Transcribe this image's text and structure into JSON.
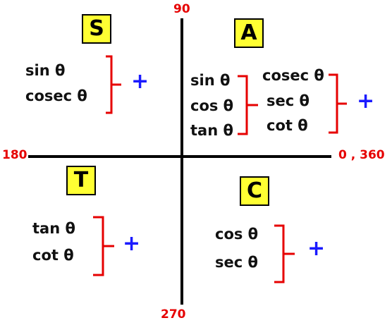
{
  "colors": {
    "axis": "#000000",
    "angle_label": "#e60000",
    "bracket": "#e60000",
    "plus": "#1a1aff",
    "box_fill": "#ffff33"
  },
  "angles": {
    "top": "90",
    "left": "180",
    "right": "0 , 360",
    "bottom": "270"
  },
  "quadrants": {
    "q2": {
      "letter": "S",
      "functions": [
        "sin θ",
        "cosec θ"
      ],
      "sign": "+"
    },
    "q1": {
      "letter": "A",
      "functions_left": [
        "sin θ",
        "cos θ",
        "tan θ"
      ],
      "functions_right": [
        "cosec θ",
        "sec θ",
        "cot θ"
      ],
      "sign": "+"
    },
    "q3": {
      "letter": "T",
      "functions": [
        "tan θ",
        "cot θ"
      ],
      "sign": "+"
    },
    "q4": {
      "letter": "C",
      "functions": [
        "cos θ",
        "sec θ"
      ],
      "sign": "+"
    }
  }
}
